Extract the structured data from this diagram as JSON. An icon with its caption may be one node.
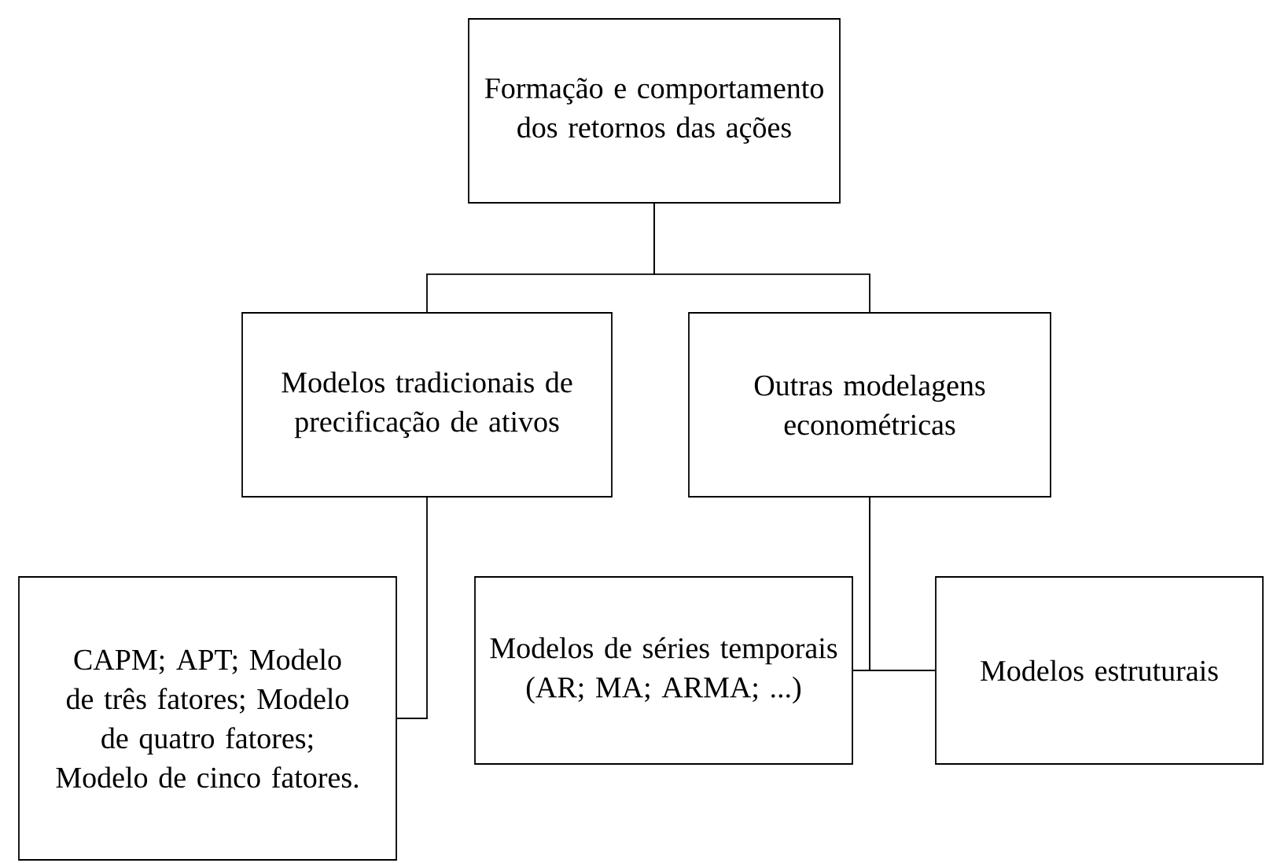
{
  "diagram": {
    "nodes": [
      {
        "text": [
          "Formação e comportamento dos retornos das ações"
        ]
      },
      {
        "text": [
          "Modelos tradicionais de precificação de ativos"
        ]
      },
      {
        "text": [
          "Outras modelagens econométricas"
        ]
      },
      {
        "text": [
          "CAPM; APT; Modelo de três fatores; Modelo de quatro fatores; Modelo de cinco fatores."
        ]
      },
      {
        "text": [
          "Modelos de séries temporais (AR; MA; ARMA; ...)"
        ]
      },
      {
        "text": [
          "Modelos estruturais"
        ]
      }
    ],
    "edges": [
      {
        "from": 0,
        "to": 1,
        "arrow": "none"
      },
      {
        "from": 0,
        "to": 2,
        "arrow": "none"
      },
      {
        "from": 1,
        "to": 3,
        "arrow": "none"
      },
      {
        "from": 2,
        "to": 4,
        "arrow": "none"
      },
      {
        "from": 2,
        "to": 5,
        "arrow": "none"
      }
    ]
  }
}
